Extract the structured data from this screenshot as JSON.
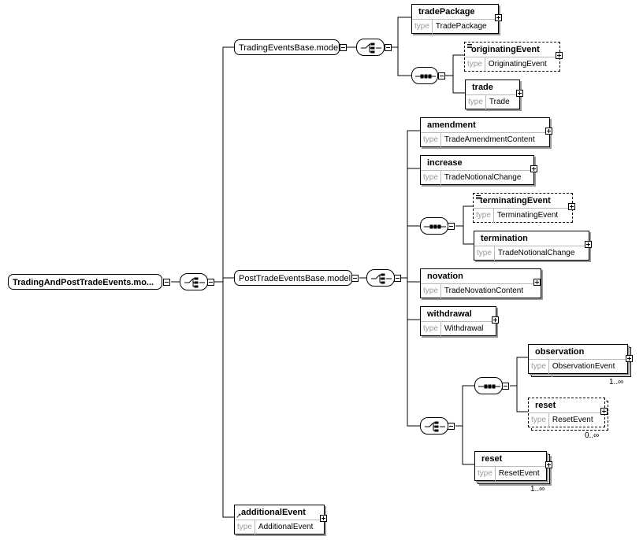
{
  "root": {
    "label": "TradingAndPostTradeEvents.mo..."
  },
  "groups": {
    "trading": "TradingEventsBase.model",
    "posttrade": "PostTradeEventsBase.model"
  },
  "type_key": "type",
  "elements": {
    "tradePackage": {
      "name": "tradePackage",
      "type": "TradePackage"
    },
    "originatingEvent": {
      "name": "originatingEvent",
      "type": "OriginatingEvent"
    },
    "trade": {
      "name": "trade",
      "type": "Trade"
    },
    "amendment": {
      "name": "amendment",
      "type": "TradeAmendmentContent"
    },
    "increase": {
      "name": "increase",
      "type": "TradeNotionalChange"
    },
    "terminatingEvent": {
      "name": "terminatingEvent",
      "type": "TerminatingEvent"
    },
    "termination": {
      "name": "termination",
      "type": "TradeNotionalChange"
    },
    "novation": {
      "name": "novation",
      "type": "TradeNovationContent"
    },
    "withdrawal": {
      "name": "withdrawal",
      "type": "Withdrawal"
    },
    "observation": {
      "name": "observation",
      "type": "ObservationEvent",
      "occurs": "1..∞"
    },
    "resetOpt": {
      "name": "reset",
      "type": "ResetEvent",
      "occurs": "0..∞"
    },
    "reset": {
      "name": "reset",
      "type": "ResetEvent",
      "occurs": "1..∞"
    },
    "additionalEvent": {
      "name": "additionalEvent",
      "type": "AdditionalEvent"
    }
  }
}
